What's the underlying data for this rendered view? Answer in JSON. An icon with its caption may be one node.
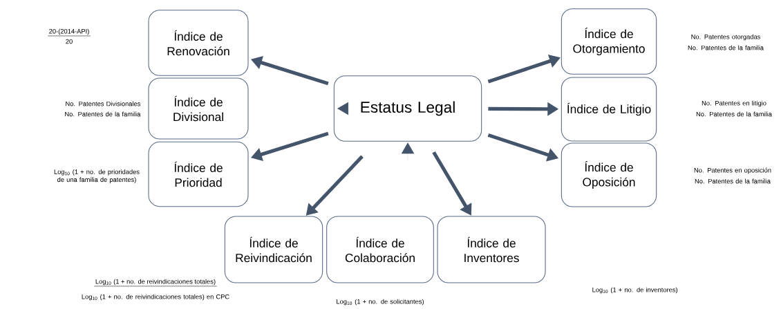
{
  "diagram": {
    "nodes": [
      {
        "text": [
          "Índice de Renovación"
        ],
        "beside": [
          "20-(2014-API)",
          "20"
        ]
      },
      {
        "text": [
          "Índice de Otorgamiento"
        ],
        "beside": [
          "No. Patentes otorgadas",
          "No. Patentes de la familia"
        ]
      },
      {
        "text": [
          "Índice de Divisional"
        ],
        "beside": [
          "No. Patentes Divisionales",
          "No. Patentes de la familia"
        ]
      },
      {
        "text": [
          "Estatus Legal"
        ]
      },
      {
        "text": [
          "Índice de Litigio"
        ],
        "beside": [
          "No. Patentes en litigio",
          "No. Patentes de la familia"
        ]
      },
      {
        "text": [
          "Índice de Prioridad"
        ],
        "beside": [
          "Log$_{10}$ (1 + no. de prioridades de una familia de patentes)"
        ]
      },
      {
        "text": [
          "Índice de Oposición"
        ],
        "beside": [
          "No. Patentes en oposición",
          "No. Patentes de la familia"
        ]
      },
      {
        "text": [
          "Índice de Reivindicación"
        ],
        "beside": [
          "Log$_{10}$ (1 + no. de reivindicaciones totales)",
          "Log$_{10}$ (1 + no. de reivindicaciones totales) en CPC"
        ]
      },
      {
        "text": [
          "Índice de Colaboración"
        ],
        "beside": [
          "Log$_{10}$ (1 + no. de solicitantes)"
        ]
      },
      {
        "text": [
          "Índice de Inventores"
        ]
      }
    ],
    "edges": [
      {
        "from": 3,
        "to": 0,
        "arrow": "to"
      },
      {
        "from": 3,
        "to": 1,
        "arrow": "to"
      },
      {
        "from": 3,
        "to": null,
        "arrow": "to"
      },
      {
        "from": 3,
        "to": 4,
        "arrow": "to"
      },
      {
        "from": 3,
        "to": 5,
        "arrow": "to"
      },
      {
        "from": 3,
        "to": 6,
        "arrow": "to"
      },
      {
        "from": 3,
        "to": 7,
        "arrow": "to"
      },
      {
        "from": null,
        "to": 3,
        "arrow": "to"
      },
      {
        "from": 3,
        "to": 9,
        "arrow": "to"
      }
    ],
    "labels": [
      "Log$_{10}$ (1 + no. de inventores)"
    ]
  }
}
